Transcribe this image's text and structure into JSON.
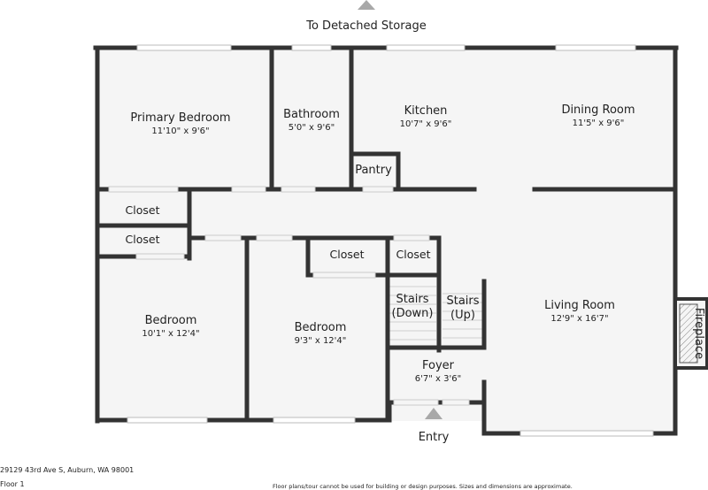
{
  "rooms": {
    "primary_bedroom": {
      "name": "Primary Bedroom",
      "dim": "11'10\" x 9'6\""
    },
    "bathroom": {
      "name": "Bathroom",
      "dim": "5'0\" x 9'6\""
    },
    "kitchen": {
      "name": "Kitchen",
      "dim": "10'7\" x 9'6\""
    },
    "dining_room": {
      "name": "Dining Room",
      "dim": "11'5\" x 9'6\""
    },
    "pantry": {
      "name": "Pantry"
    },
    "bedroom_left": {
      "name": "Bedroom",
      "dim": "10'1\" x 12'4\""
    },
    "bedroom_center": {
      "name": "Bedroom",
      "dim": "9'3\" x 12'4\""
    },
    "living_room": {
      "name": "Living Room",
      "dim": "12'9\" x 16'7\""
    },
    "foyer": {
      "name": "Foyer",
      "dim": "6'7\" x 3'6\""
    },
    "stairs_down": {
      "line1": "Stairs",
      "line2": "(Down)"
    },
    "stairs_up": {
      "line1": "Stairs",
      "line2": "(Up)"
    },
    "fireplace": {
      "name": "Fireplace"
    }
  },
  "closets": {
    "closet1": "Closet",
    "closet2": "Closet",
    "closet3": "Closet",
    "closet4": "Closet"
  },
  "labels": {
    "detached_storage": "To Detached Storage",
    "entry": "Entry"
  },
  "footer": {
    "address": "29129 43rd Ave S, Auburn, WA 98001",
    "floor": "Floor 1",
    "disclaimer": "Floor plans/tour cannot be used for building or design purposes. Sizes and dimensions are approximate."
  },
  "colors": {
    "wall": "#333333",
    "floor": "#f5f5f5",
    "window": "#cccccc",
    "arrow": "#a8a8a8"
  }
}
